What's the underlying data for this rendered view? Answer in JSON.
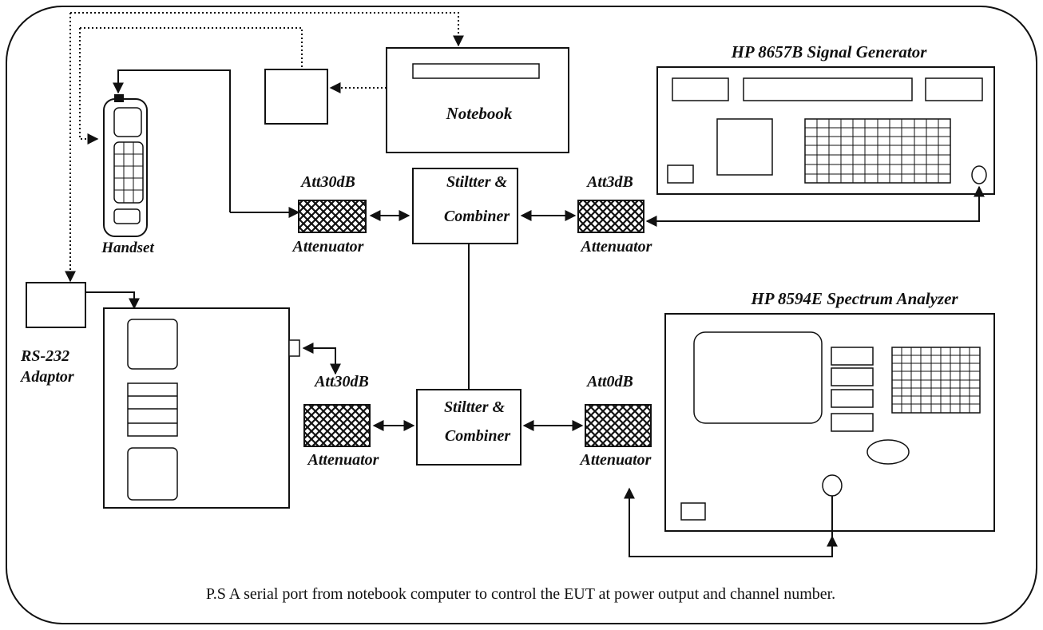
{
  "labels": {
    "signal_generator": "HP 8657B Signal Generator",
    "spectrum_analyzer": "HP 8594E Spectrum Analyzer",
    "notebook": "Notebook",
    "handset": "Handset",
    "rs232_line1": "RS-232",
    "rs232_line2": "Adaptor",
    "splitter_top_line1": "Stiltter &",
    "splitter_top_line2": "Combiner",
    "splitter_bottom_line1": "Stiltter &",
    "splitter_bottom_line2": "Combiner",
    "att_top_left": "Att30dB",
    "att_top_right": "Att3dB",
    "att_bottom_left": "Att30dB",
    "att_bottom_right": "Att0dB",
    "attenuator": "Attenuator"
  },
  "footnote": "P.S A serial port from notebook computer to control the EUT at power output and channel number."
}
